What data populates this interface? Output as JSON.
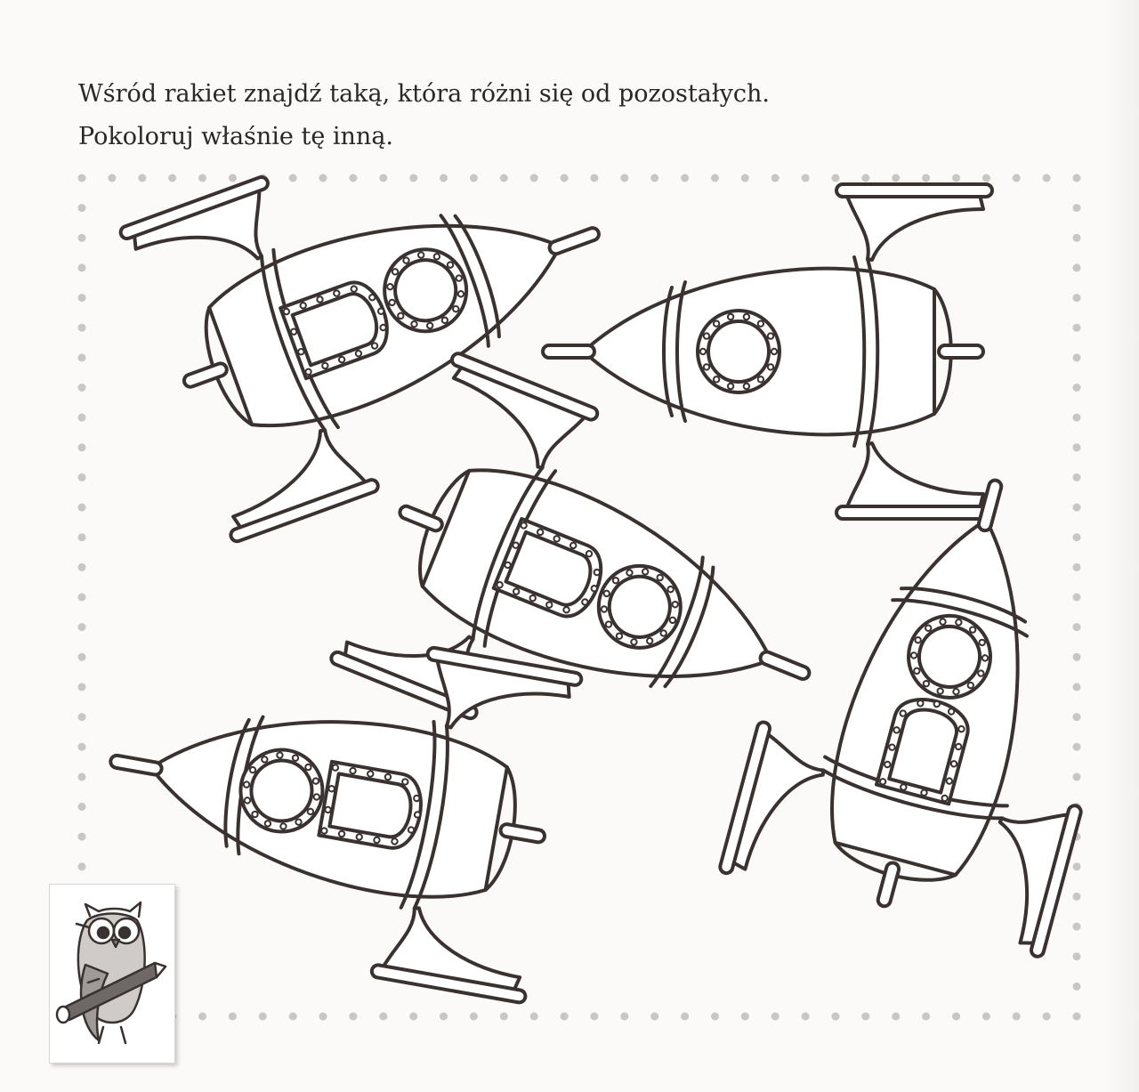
{
  "instructions": {
    "line1": "Wśród rakiet znajdź taką, która różni się od pozostałych.",
    "line2": "Pokoloruj właśnie tę inną."
  },
  "rockets": [
    {
      "label": "rocket-top-left",
      "windows": [
        "arch",
        "round"
      ]
    },
    {
      "label": "rocket-top-right",
      "windows": [
        "round"
      ]
    },
    {
      "label": "rocket-middle",
      "windows": [
        "arch",
        "round"
      ]
    },
    {
      "label": "rocket-bottom-left",
      "windows": [
        "round",
        "arch"
      ]
    },
    {
      "label": "rocket-bottom-right",
      "windows": [
        "round",
        "arch"
      ]
    }
  ],
  "colors": {
    "ink": "#3a3230",
    "dots": "#c9c6c3",
    "paper": "#fbfaf8"
  }
}
